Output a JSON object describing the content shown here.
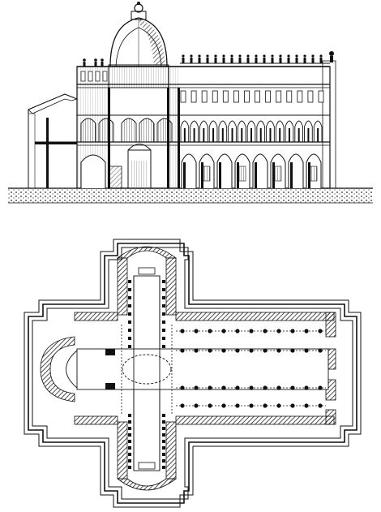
{
  "figure": {
    "views": [
      "longitudinal-section",
      "ground-plan"
    ],
    "ink_color": "#111111",
    "paper_color": "#ffffff",
    "hatch_color": "#333333"
  },
  "section": {
    "upper_arcade_arches": 15,
    "lower_arcade_arches": 8,
    "roof_statues": 18
  },
  "plan": {
    "nave_column_rows": 2,
    "columns_per_row": 11,
    "transept_columns_per_side": 9
  }
}
